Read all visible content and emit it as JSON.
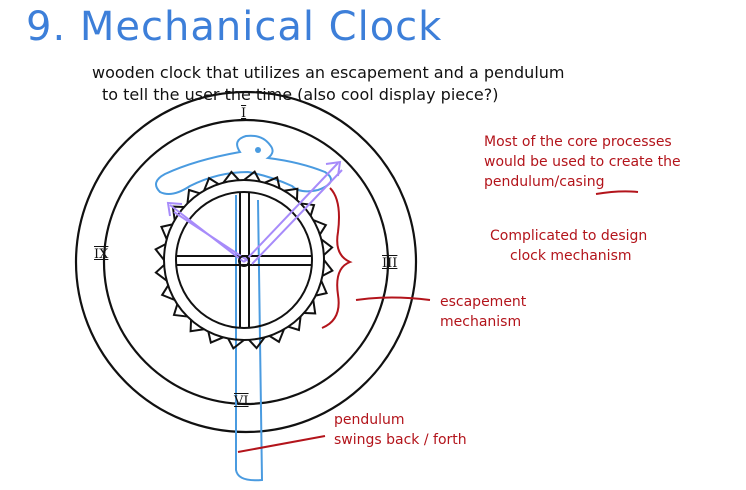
{
  "title": "9. Mechanical Clock",
  "description": {
    "line1": "wooden clock that utilizes an escapement and a pendulum",
    "line2": "to tell the user the time (also cool display piece?)"
  },
  "notes": {
    "core_line1": "Most of the core processes",
    "core_line2": "would be used to create the",
    "core_line3": "pendulum/casing",
    "complicated_line1": "Complicated to design",
    "complicated_line2": "clock mechanism"
  },
  "labels": {
    "escapement_line1": "escapement",
    "escapement_line2": "mechanism",
    "pendulum_line1": "pendulum",
    "pendulum_line2": "swings back / forth"
  },
  "numerals": {
    "twelve": "I",
    "nine": "IX",
    "three": "III",
    "six": "VI"
  },
  "colors": {
    "title": "#3d7fd9",
    "ink": "#111111",
    "annotation": "#b3141b",
    "pendulum": "#4a9be0",
    "arrows": "#a78bfa"
  }
}
